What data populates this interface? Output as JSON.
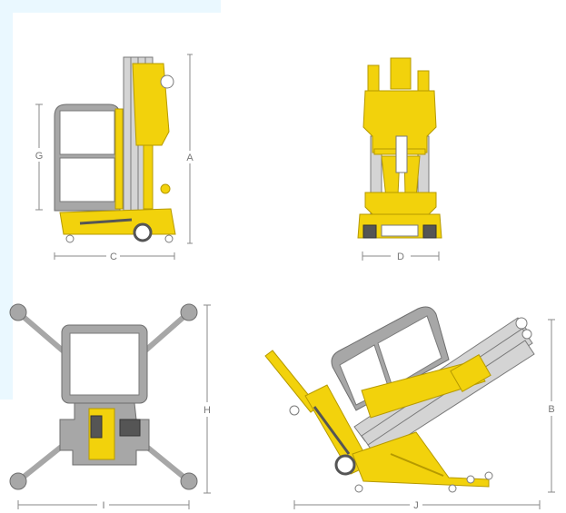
{
  "labels": {
    "A": "A",
    "B": "B",
    "C": "C",
    "D": "D",
    "G": "G",
    "H": "H",
    "I": "I",
    "J": "J"
  },
  "colors": {
    "machine_yellow": "#f2d20c",
    "yellow_outline": "#b69a00",
    "basket_gray": "#a7a7a7",
    "dark_gray": "#6e6e6e",
    "dimension_line": "#8a8a8a",
    "page_tint": "#eaf8ff"
  }
}
